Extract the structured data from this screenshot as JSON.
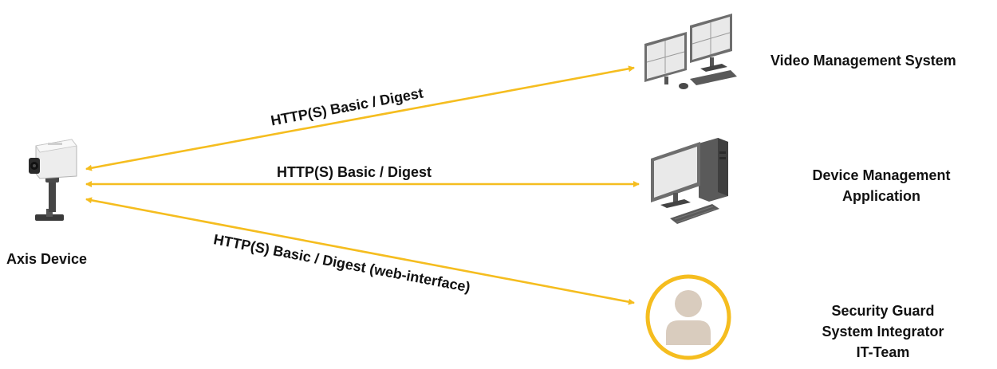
{
  "colors": {
    "arrow": "#F5BD1F",
    "icon_gray": "#6E6E6E",
    "icon_dark": "#3A3A3A",
    "screen": "#E9E9E9",
    "person_ring": "#F5BD1F",
    "person_fill": "#D9CCBE"
  },
  "nodes": {
    "axis_device": {
      "label": "Axis Device",
      "icon": "security-camera-icon"
    },
    "vms": {
      "label": "Video Management System",
      "icon": "dual-monitor-workstation-icon"
    },
    "dma": {
      "label_lines": [
        "Device Management",
        "Application"
      ],
      "icon": "desktop-computer-icon"
    },
    "users": {
      "label_lines": [
        "Security Guard",
        "System Integrator",
        "IT-Team"
      ],
      "icon": "person-avatar-icon"
    }
  },
  "connections": [
    {
      "label": "HTTP(S) Basic / Digest"
    },
    {
      "label": "HTTP(S) Basic / Digest"
    },
    {
      "label": "HTTP(S) Basic / Digest (web-interface)"
    }
  ]
}
